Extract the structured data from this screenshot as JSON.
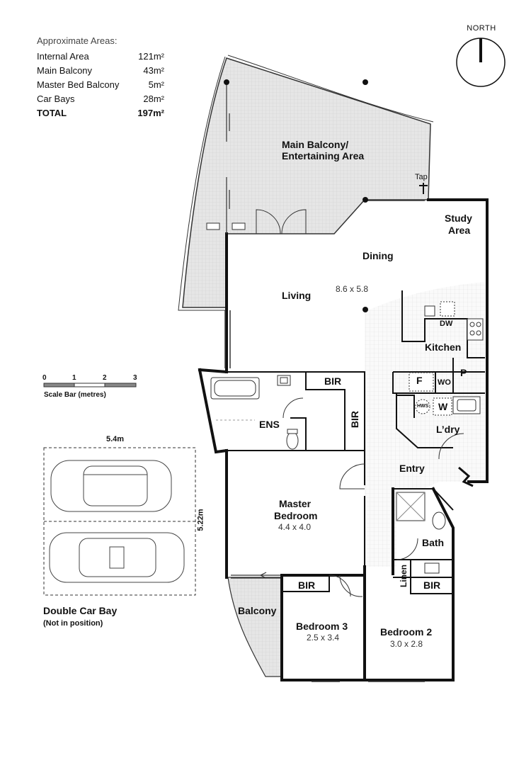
{
  "areas": {
    "heading": "Approximate Areas:",
    "rows": [
      {
        "label": "Internal Area",
        "value": "121m²"
      },
      {
        "label": "Main Balcony",
        "value": "43m²"
      },
      {
        "label": "Master Bed Balcony",
        "value": "5m²"
      },
      {
        "label": "Car Bays",
        "value": "28m²"
      },
      {
        "label": "TOTAL",
        "value": "197m²"
      }
    ]
  },
  "compass": {
    "label": "NORTH"
  },
  "scale_bar": {
    "ticks": [
      "0",
      "1",
      "2",
      "3"
    ],
    "caption": "Scale Bar (metres)"
  },
  "car_bay": {
    "width_label": "5.4m",
    "depth_label": "5.22m",
    "title": "Double Car Bay",
    "subtitle": "(Not in position)"
  },
  "rooms": {
    "main_balcony_line1": "Main Balcony/",
    "main_balcony_line2": "Entertaining Area",
    "tap": "Tap",
    "study_line1": "Study",
    "study_line2": "Area",
    "dining": "Dining",
    "living": "Living",
    "living_dim": "8.6 x 5.8",
    "kitchen": "Kitchen",
    "dw": "DW",
    "fridge": "F",
    "wo": "WO",
    "pantry": "P",
    "hws": "HWS",
    "washer": "W",
    "laundry": "L’dry",
    "entry": "Entry",
    "bir_ens": "BIR",
    "bir_master_vert": "BIR",
    "ens": "ENS",
    "master_line1": "Master",
    "master_line2": "Bedroom",
    "master_dim": "4.4 x 4.0",
    "bath": "Bath",
    "linen": "Linen",
    "bir_bed2": "BIR",
    "bir_bed3": "BIR",
    "balcony": "Balcony",
    "bed3": "Bedroom 3",
    "bed3_dim": "2.5 x 3.4",
    "bed2": "Bedroom 2",
    "bed2_dim": "3.0 x 2.8"
  }
}
